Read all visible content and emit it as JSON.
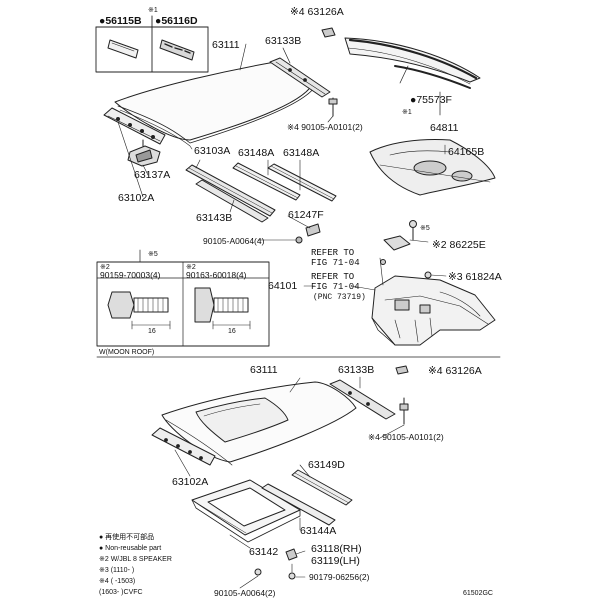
{
  "legend_top": {
    "note_mark": "※1",
    "items": [
      "●56115B",
      "●56116D"
    ]
  },
  "parts_top": {
    "p63126A": "※4 63126A",
    "p63111": "63111",
    "p63133B": "63133B",
    "p90105_A0101": "※4 90105-A0101(2)",
    "p75573F": "●75573F",
    "p75573F_note": "※1",
    "p64811": "64811",
    "p64165B": "64165B",
    "p63103A": "63103A",
    "p63148A_1": "63148A",
    "p63148A_2": "63148A",
    "p63137A": "63137A",
    "p63102A": "63102A",
    "p63143B": "63143B",
    "p61247F": "61247F",
    "p90105_A0064": "90105-A0064(4)",
    "p86225E_note": "※5",
    "p86225E": "※2 86225E",
    "p61824A": "※3 61824A",
    "p64101": "64101",
    "refer1_line1": "REFER TO",
    "refer1_line2": "FIG 71-04",
    "refer2_line1": "REFER TO",
    "refer2_line2": "FIG 71-04",
    "refer2_line3": "(PNC 73719)"
  },
  "bolt_box": {
    "note": "※5",
    "col1_note": "※2",
    "col1_part": "90159-70003(4)",
    "col2_note": "※2",
    "col2_part": "90163-60018(4)",
    "dim1": "16",
    "dim2": "16"
  },
  "moonroof": {
    "section_label": "W(MOON ROOF)",
    "p63111": "63111",
    "p63133B": "63133B",
    "p63126A": "※4 63126A",
    "p90105_A0101": "※4 90105-A0101(2)",
    "p63102A": "63102A",
    "p63149D": "63149D",
    "p63144A": "63144A",
    "p63142": "63142",
    "p63118": "63118(RH)",
    "p63119": "63119(LH)",
    "p90179": "90179-06256(2)",
    "p90105_A0064": "90105-A0064(2)"
  },
  "notes": [
    "● 再使用不可部品",
    "● Non-reusable part",
    "※2 W/JBL 8 SPEAKER",
    "※3 (1110-      )",
    "※4 (      -1503)",
    "     (1603-      )CVFC"
  ],
  "figure_id": "61502GC"
}
